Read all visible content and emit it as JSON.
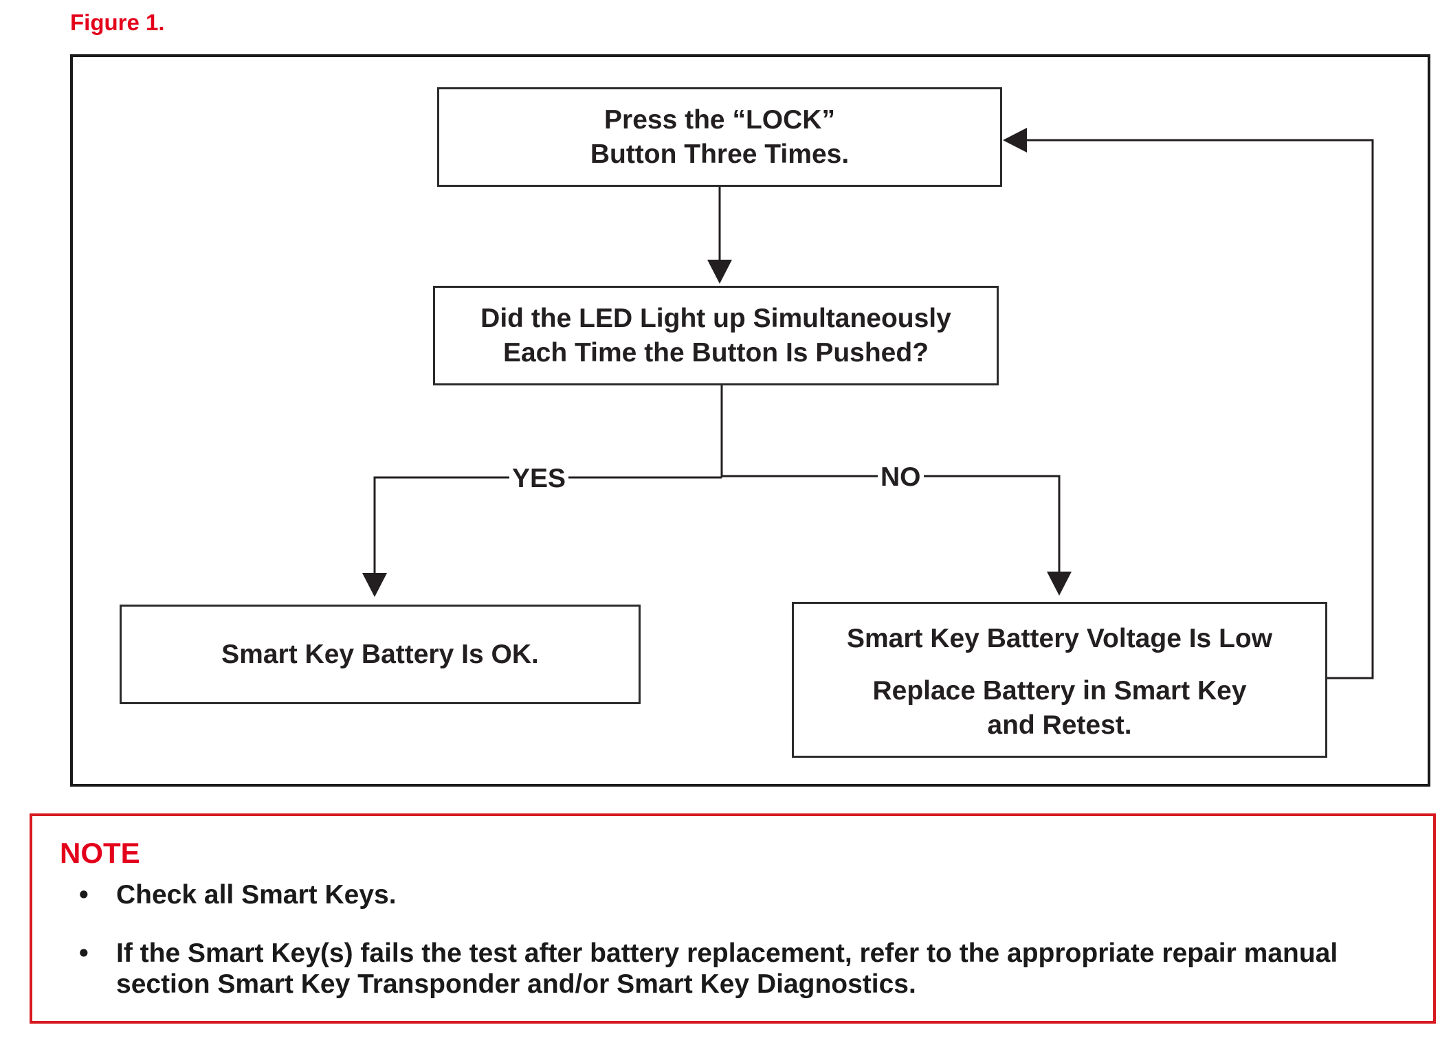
{
  "figure_caption": "Figure 1.",
  "flowchart": {
    "start_box": {
      "line1": "Press the “LOCK”",
      "line2": "Button Three Times."
    },
    "question_box": {
      "line1": "Did the LED Light up Simultaneously",
      "line2": "Each Time the Button Is Pushed?"
    },
    "yes_label": "YES",
    "no_label": "NO",
    "ok_box": {
      "line1": "Smart Key Battery Is OK."
    },
    "low_box": {
      "line1": "Smart Key Battery Voltage Is Low",
      "line2": "Replace Battery in Smart Key",
      "line3": "and Retest."
    }
  },
  "note": {
    "title": "NOTE",
    "bullet": "•",
    "items": [
      "Check all Smart Keys.",
      "If the Smart Key(s) fails the test after battery replacement, refer to the appropriate repair manual section Smart Key Transponder and/or Smart Key Diagnostics."
    ]
  },
  "colors": {
    "accent_red": "#e3001b",
    "note_border": "#d71920",
    "line": "#231f20"
  }
}
